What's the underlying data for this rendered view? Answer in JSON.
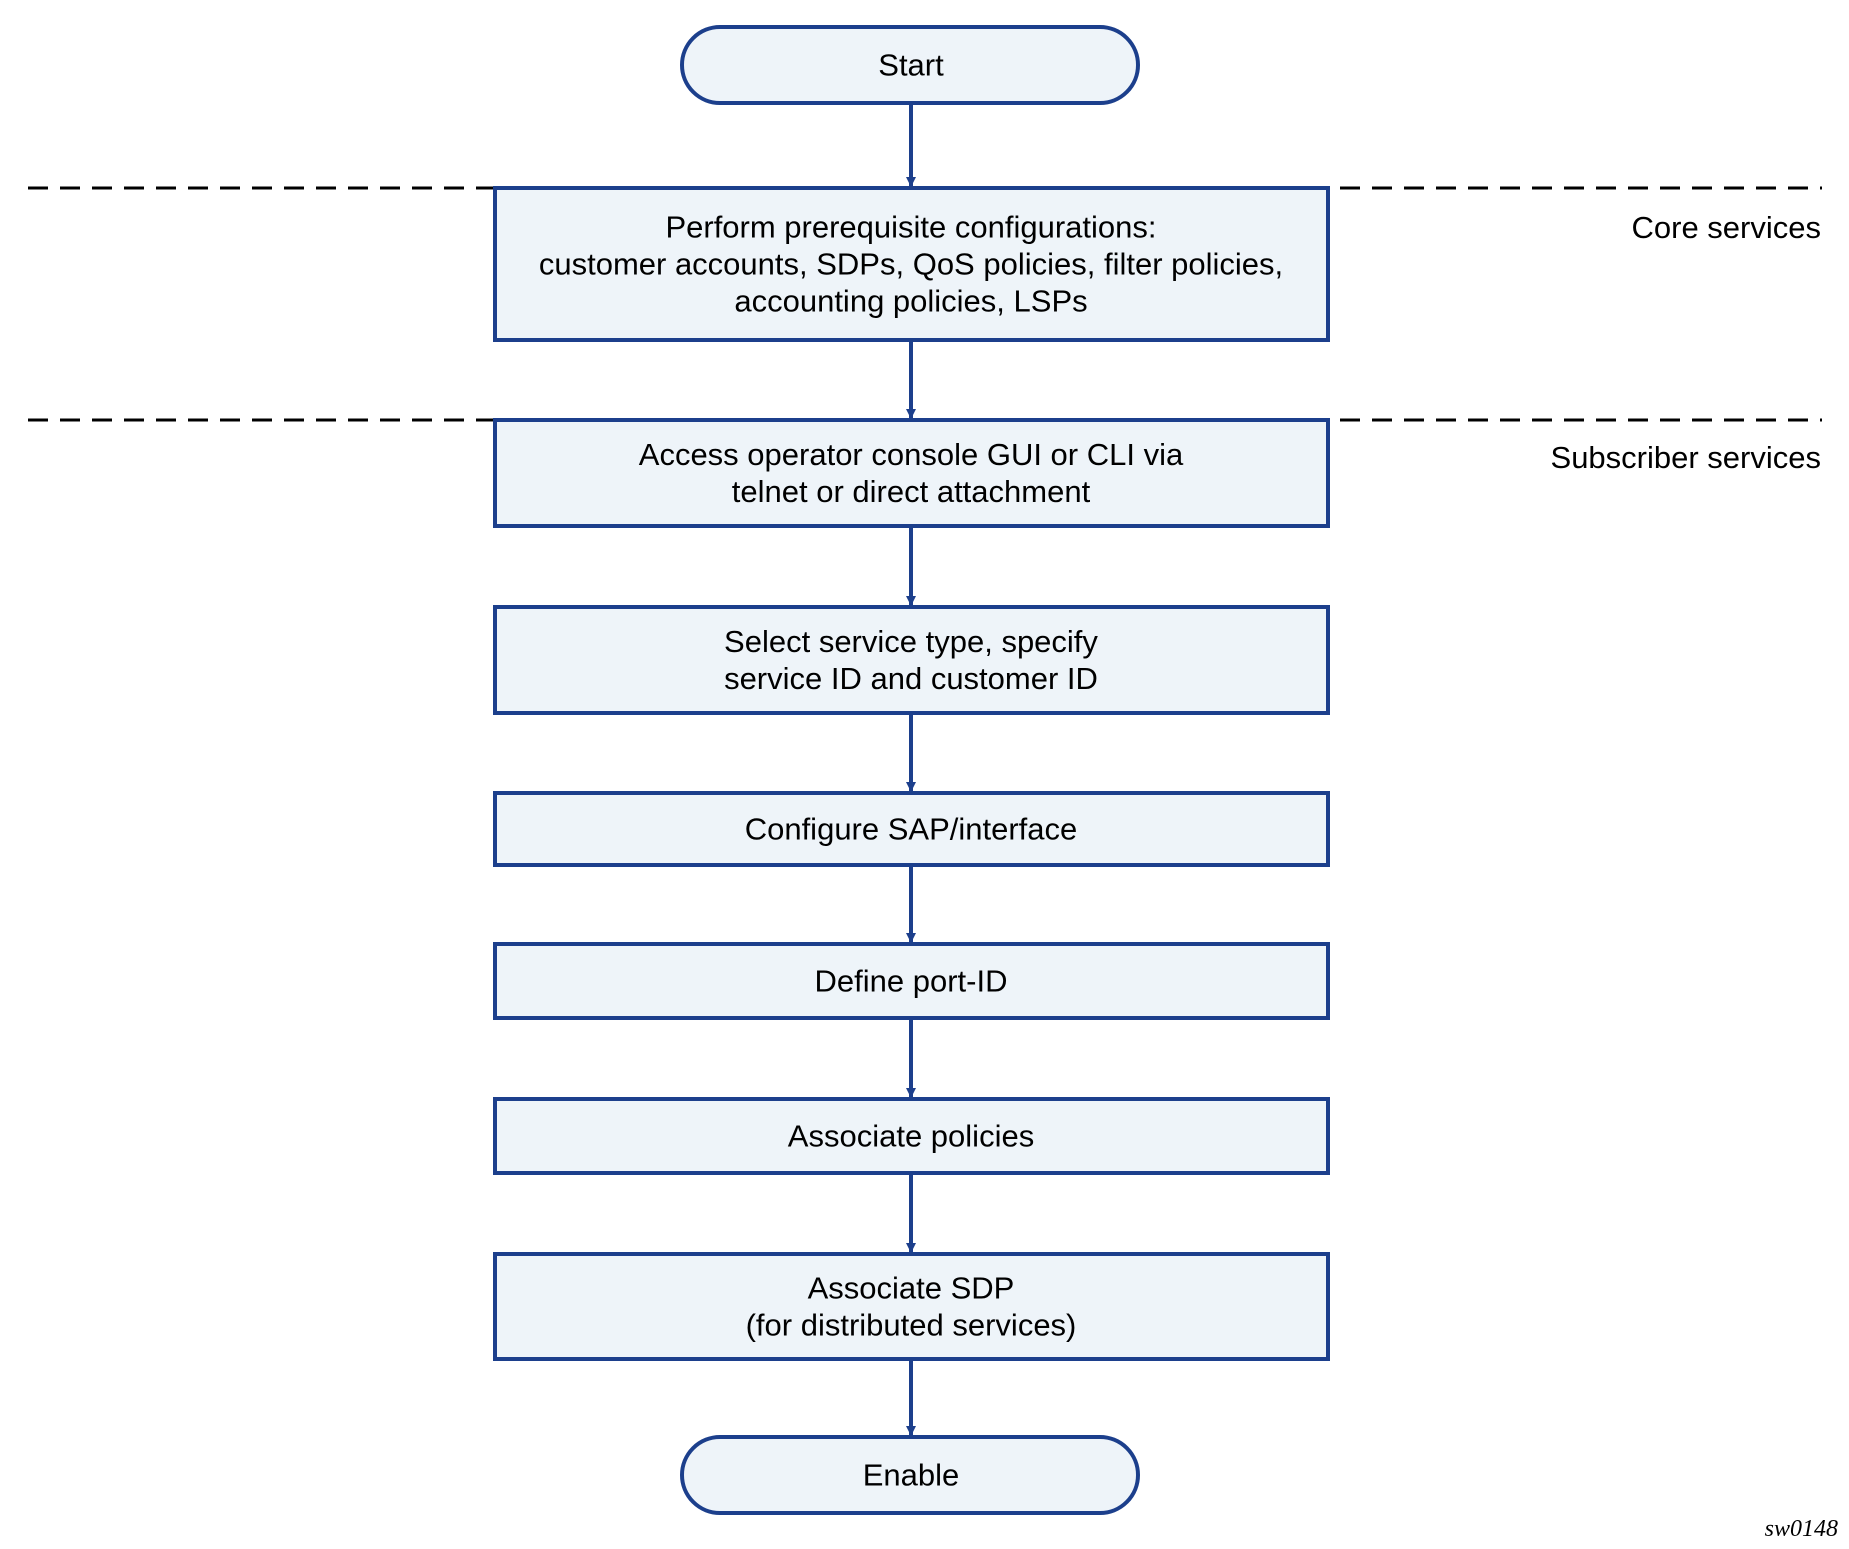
{
  "colors": {
    "node_fill": "#eef4f9",
    "node_stroke": "#1c3f8c",
    "connector": "#1c3f8c",
    "divider": "#000000"
  },
  "regions": [
    {
      "label": "Core services"
    },
    {
      "label": "Subscriber services"
    }
  ],
  "nodes": [
    {
      "id": "start",
      "shape": "terminator",
      "lines": [
        "Start"
      ]
    },
    {
      "id": "prereq",
      "shape": "process",
      "lines": [
        "Perform prerequisite configurations:",
        "customer accounts, SDPs, QoS policies, filter policies,",
        "accounting policies, LSPs"
      ]
    },
    {
      "id": "access",
      "shape": "process",
      "lines": [
        "Access operator console GUI or CLI via",
        "telnet or direct attachment"
      ]
    },
    {
      "id": "select",
      "shape": "process",
      "lines": [
        "Select service type, specify",
        "service ID and customer ID"
      ]
    },
    {
      "id": "sap",
      "shape": "process",
      "lines": [
        "Configure SAP/interface"
      ]
    },
    {
      "id": "port",
      "shape": "process",
      "lines": [
        "Define port-ID"
      ]
    },
    {
      "id": "policies",
      "shape": "process",
      "lines": [
        "Associate policies"
      ]
    },
    {
      "id": "sdp",
      "shape": "process",
      "lines": [
        "Associate SDP",
        "(for distributed services)"
      ]
    },
    {
      "id": "enable",
      "shape": "terminator",
      "lines": [
        "Enable"
      ]
    }
  ],
  "edges": [
    {
      "from": "start",
      "to": "prereq"
    },
    {
      "from": "prereq",
      "to": "access"
    },
    {
      "from": "access",
      "to": "select"
    },
    {
      "from": "select",
      "to": "sap"
    },
    {
      "from": "sap",
      "to": "port"
    },
    {
      "from": "port",
      "to": "policies"
    },
    {
      "from": "policies",
      "to": "sdp"
    },
    {
      "from": "sdp",
      "to": "enable"
    }
  ],
  "figure_id": "sw0148"
}
